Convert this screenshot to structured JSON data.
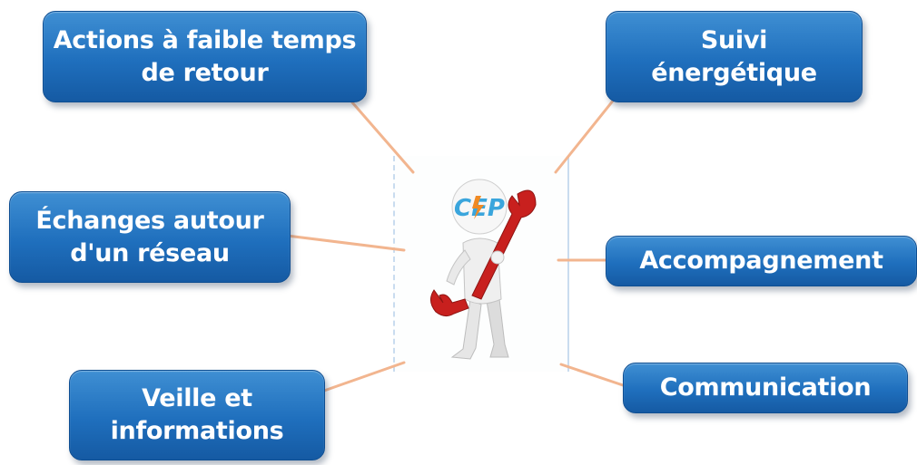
{
  "boxes": {
    "top_left": [
      "Actions à faible temps",
      "de retour"
    ],
    "top_right": [
      "Suivi",
      "énergétique"
    ],
    "mid_left": [
      "Échanges autour",
      "d'un réseau"
    ],
    "mid_right": [
      "Accompagnement"
    ],
    "bottom_left": [
      "Veille et",
      "informations"
    ],
    "bottom_right": [
      "Communication"
    ]
  },
  "center": {
    "logo_text": "CEP",
    "icon": "person-with-wrench-icon"
  },
  "colors": {
    "box": "#1f6fbd",
    "connector": "#f2b58f",
    "wrench": "#c8201e",
    "logo_blue": "#3aa5dc",
    "logo_orange": "#f08a24"
  }
}
